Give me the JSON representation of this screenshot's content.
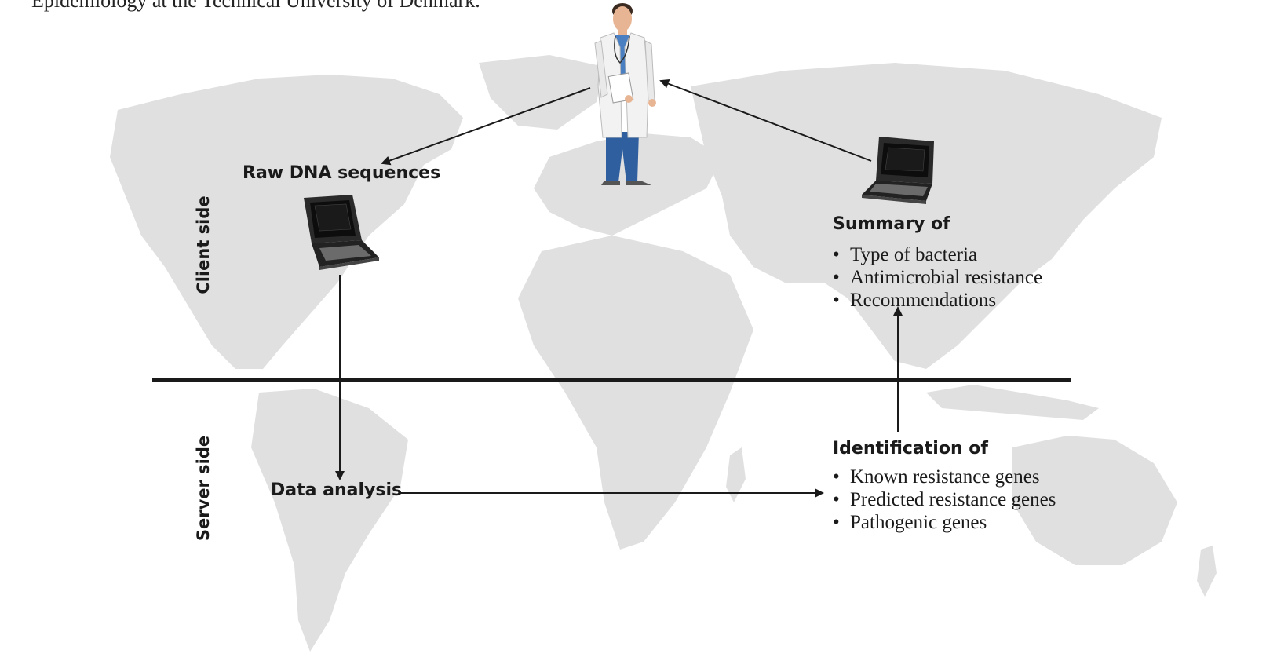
{
  "caption": "Epidemiology at the Technical University of Denmark.",
  "raw_dna_label": "Raw DNA sequences",
  "client_side_label": "Client side",
  "server_side_label": "Server side",
  "data_analysis_label": "Data analysis",
  "summary": {
    "heading": "Summary of",
    "items": [
      "Type of bacteria",
      "Antimicrobial resistance",
      "Recommendations"
    ]
  },
  "identification": {
    "heading": "Identification of",
    "items": [
      "Known resistance genes",
      "Predicted resistance genes",
      "Pathogenic genes"
    ]
  },
  "colors": {
    "map": "#e0e0e0",
    "line": "#1a1a1a",
    "coat": "#f2f2f2",
    "scrubs": "#2f5f9e",
    "skin": "#e7b594"
  },
  "icons": [
    "world-map",
    "doctor-figure",
    "laptop-icon"
  ]
}
